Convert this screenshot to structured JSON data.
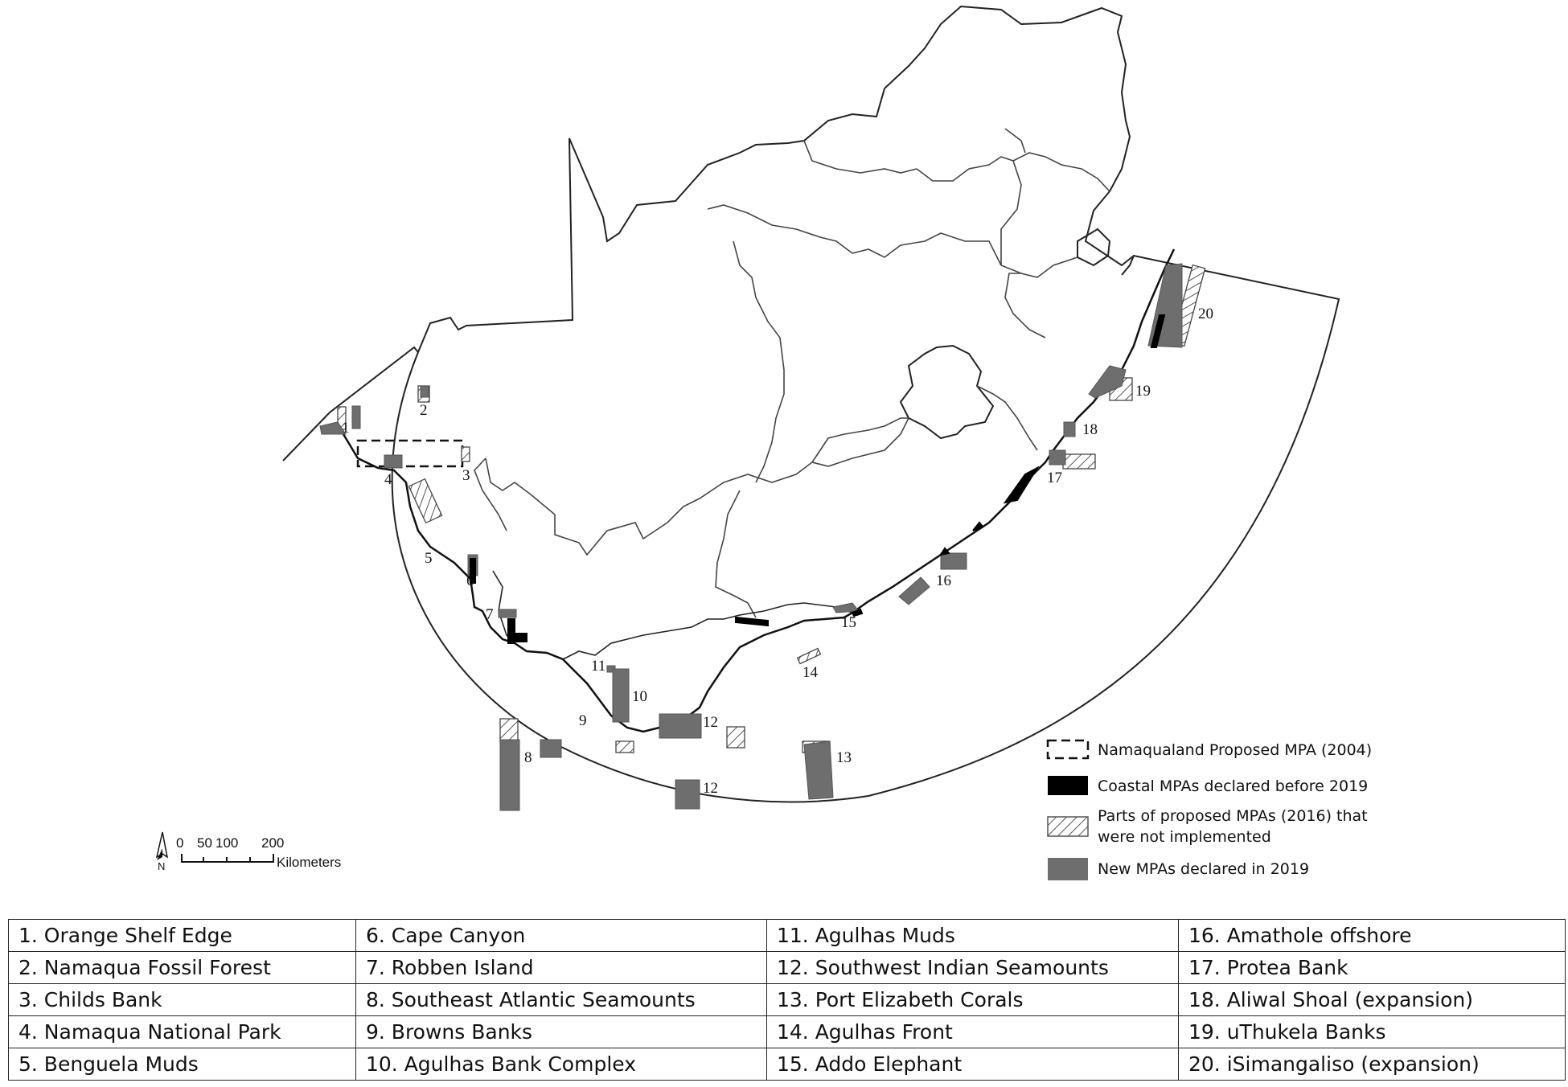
{
  "map": {
    "area_labels": [
      "1",
      "2",
      "3",
      "4",
      "5",
      "6",
      "7",
      "8",
      "9",
      "10",
      "11",
      "12",
      "12",
      "13",
      "14",
      "15",
      "16",
      "17",
      "18",
      "19",
      "20"
    ],
    "north_label": "N",
    "scale_bar": {
      "ticks": [
        "0",
        "50",
        "100",
        "200"
      ],
      "unit": "Kilometers"
    },
    "colors": {
      "new_2019": "#6e6e6e",
      "coastal_before_2019": "#000000",
      "hatch": "#555555",
      "border": "#222222"
    }
  },
  "legend": [
    {
      "symbol": "dashed-outline",
      "label": "Namaqualand Proposed MPA (2004)"
    },
    {
      "symbol": "solid-black",
      "label": "Coastal MPAs declared before 2019"
    },
    {
      "symbol": "hatched",
      "label_line1": "Parts of proposed MPAs (2016) that",
      "label_line2": "were not implemented"
    },
    {
      "symbol": "solid-grey",
      "label": "New MPAs declared in 2019"
    }
  ],
  "mpa_table": [
    [
      "1. Orange Shelf Edge",
      "6. Cape Canyon",
      "11. Agulhas Muds",
      "16. Amathole offshore"
    ],
    [
      "2. Namaqua Fossil Forest",
      "7. Robben Island",
      "12. Southwest Indian Seamounts",
      "17. Protea Bank"
    ],
    [
      "3. Childs Bank",
      "8. Southeast Atlantic Seamounts",
      "13. Port Elizabeth Corals",
      "18. Aliwal Shoal (expansion)"
    ],
    [
      "4. Namaqua National Park",
      "9. Browns Banks",
      "14. Agulhas Front",
      "19. uThukela Banks"
    ],
    [
      "5. Benguela Muds",
      "10. Agulhas Bank Complex",
      "15. Addo Elephant",
      "20. iSimangaliso (expansion)"
    ]
  ]
}
